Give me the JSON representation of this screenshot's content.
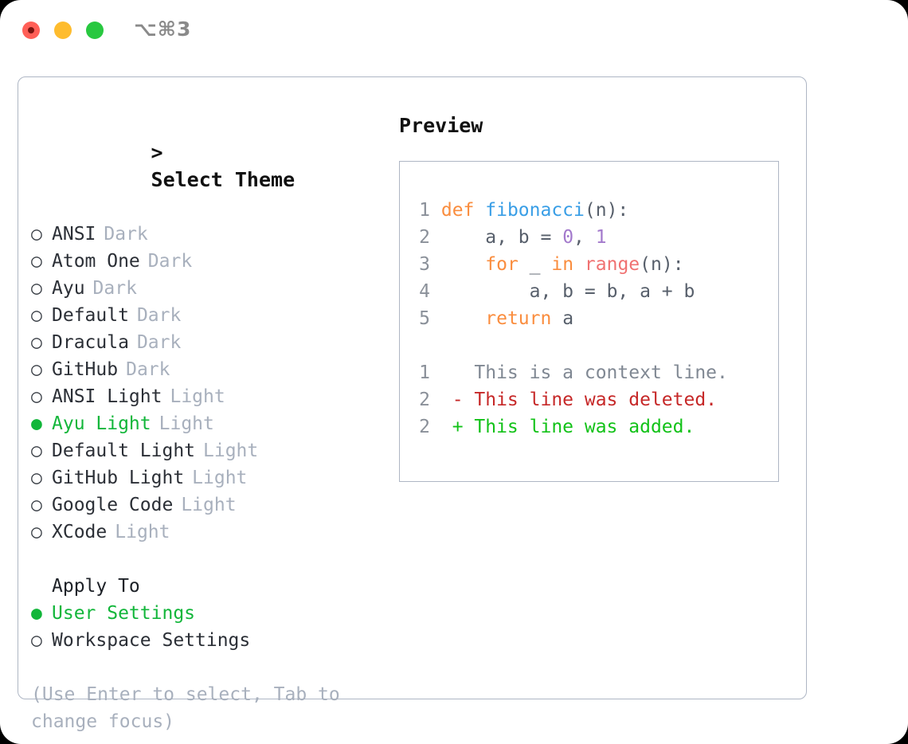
{
  "window": {
    "title": "⌥⌘3",
    "traffic_lights": [
      "close-button",
      "minimize-button",
      "maximize-button"
    ],
    "colors": {
      "close": "#ff5f57",
      "minimize": "#febc2e",
      "maximize": "#28c840",
      "card_border": "#aeb6c4",
      "accent_green": "#12b63a",
      "muted": "#a8b0bd"
    }
  },
  "theme_picker": {
    "caret": ">",
    "heading": "Select Theme",
    "bullet_on": "●",
    "bullet_off": "○",
    "options": [
      {
        "label": "ANSI",
        "kind": "Dark",
        "selected": false
      },
      {
        "label": "Atom One",
        "kind": "Dark",
        "selected": false
      },
      {
        "label": "Ayu",
        "kind": "Dark",
        "selected": false
      },
      {
        "label": "Default",
        "kind": "Dark",
        "selected": false
      },
      {
        "label": "Dracula",
        "kind": "Dark",
        "selected": false
      },
      {
        "label": "GitHub",
        "kind": "Dark",
        "selected": false
      },
      {
        "label": "ANSI Light",
        "kind": "Light",
        "selected": false
      },
      {
        "label": "Ayu Light",
        "kind": "Light",
        "selected": true
      },
      {
        "label": "Default Light",
        "kind": "Light",
        "selected": false
      },
      {
        "label": "GitHub Light",
        "kind": "Light",
        "selected": false
      },
      {
        "label": "Google Code",
        "kind": "Light",
        "selected": false
      },
      {
        "label": "XCode",
        "kind": "Light",
        "selected": false
      }
    ]
  },
  "apply_to": {
    "heading": "Apply To",
    "options": [
      {
        "label": "User Settings",
        "selected": true
      },
      {
        "label": "Workspace Settings",
        "selected": false
      }
    ]
  },
  "hint": "(Use Enter to select, Tab to change focus)",
  "preview": {
    "title": "Preview",
    "code_lines": [
      {
        "num": "1",
        "tokens": [
          {
            "t": "def ",
            "c": "kw"
          },
          {
            "t": "fibonacci",
            "c": "fn"
          },
          {
            "t": "(n):",
            "c": "txt"
          }
        ]
      },
      {
        "num": "2",
        "tokens": [
          {
            "t": "    a, b = ",
            "c": "txt"
          },
          {
            "t": "0",
            "c": "num"
          },
          {
            "t": ", ",
            "c": "txt"
          },
          {
            "t": "1",
            "c": "num"
          }
        ]
      },
      {
        "num": "3",
        "tokens": [
          {
            "t": "    ",
            "c": "txt"
          },
          {
            "t": "for",
            "c": "kw"
          },
          {
            "t": " _ ",
            "c": "txt"
          },
          {
            "t": "in",
            "c": "kw"
          },
          {
            "t": " ",
            "c": "txt"
          },
          {
            "t": "range",
            "c": "call"
          },
          {
            "t": "(n):",
            "c": "txt"
          }
        ]
      },
      {
        "num": "4",
        "tokens": [
          {
            "t": "        a, b = b, a + b",
            "c": "txt"
          }
        ]
      },
      {
        "num": "5",
        "tokens": [
          {
            "t": "    ",
            "c": "txt"
          },
          {
            "t": "return",
            "c": "kw"
          },
          {
            "t": " a",
            "c": "txt"
          }
        ]
      }
    ],
    "diff_lines": [
      {
        "num": "1",
        "marker": " ",
        "text": "This is a context line.",
        "kind": "ctx"
      },
      {
        "num": "2",
        "marker": "-",
        "text": "This line was deleted.",
        "kind": "del"
      },
      {
        "num": "2",
        "marker": "+",
        "text": "This line was added.",
        "kind": "add"
      }
    ]
  }
}
